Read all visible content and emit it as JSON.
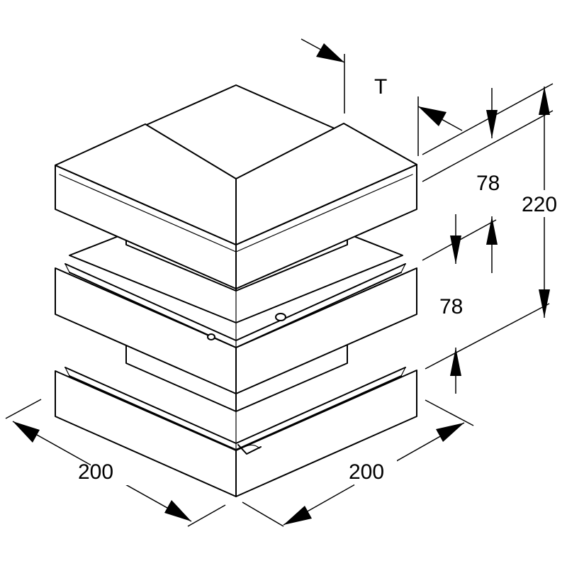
{
  "dimensions": {
    "thickness_label": "T",
    "cover_height": "78",
    "middle_height": "78",
    "total_height": "220",
    "left_width": "200",
    "right_width": "200"
  }
}
